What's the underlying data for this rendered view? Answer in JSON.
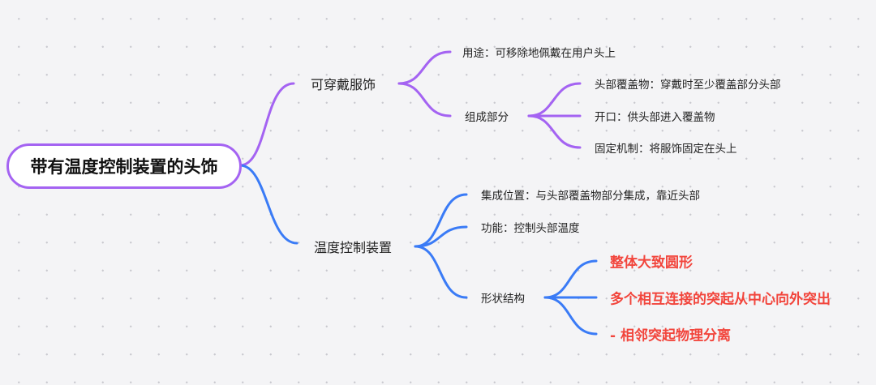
{
  "colors": {
    "purple": "#a463f2",
    "blue": "#3a7bf6",
    "red": "#f2453c"
  },
  "root": "带有温度控制装置的头饰",
  "branches": [
    {
      "label": "可穿戴服饰",
      "children": [
        {
          "label": "用途：可移除地佩戴在用户头上"
        },
        {
          "label": "组成部分",
          "children": [
            {
              "label": "头部覆盖物：穿戴时至少覆盖部分头部"
            },
            {
              "label": "开口：供头部进入覆盖物"
            },
            {
              "label": "固定机制：将服饰固定在头上"
            }
          ]
        }
      ]
    },
    {
      "label": "温度控制装置",
      "children": [
        {
          "label": "集成位置：与头部覆盖物部分集成，靠近头部"
        },
        {
          "label": "功能：控制头部温度"
        },
        {
          "label": "形状结构",
          "children": [
            {
              "label": "整体大致圆形"
            },
            {
              "label": "多个相互连接的突起从中心向外突出"
            },
            {
              "label": "- 相邻突起物理分离"
            }
          ]
        }
      ]
    }
  ]
}
